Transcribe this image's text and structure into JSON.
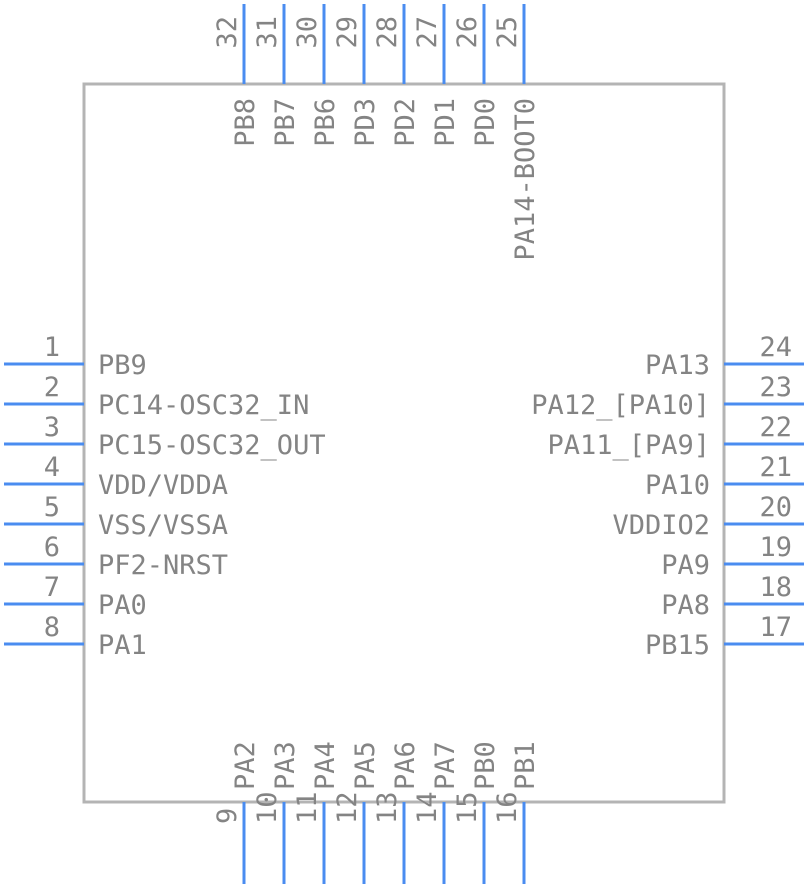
{
  "component": {
    "colors": {
      "pin": "#4a8cf0",
      "body_outline": "#b4b4b4",
      "text": "#848484",
      "background": "#ffffff"
    },
    "pins": {
      "left": [
        {
          "number": "1",
          "label": "PB9"
        },
        {
          "number": "2",
          "label": "PC14-OSC32_IN"
        },
        {
          "number": "3",
          "label": "PC15-OSC32_OUT"
        },
        {
          "number": "4",
          "label": "VDD/VDDA"
        },
        {
          "number": "5",
          "label": "VSS/VSSA"
        },
        {
          "number": "6",
          "label": "PF2-NRST"
        },
        {
          "number": "7",
          "label": "PA0"
        },
        {
          "number": "8",
          "label": "PA1"
        }
      ],
      "bottom": [
        {
          "number": "9",
          "label": "PA2"
        },
        {
          "number": "10",
          "label": "PA3"
        },
        {
          "number": "11",
          "label": "PA4"
        },
        {
          "number": "12",
          "label": "PA5"
        },
        {
          "number": "13",
          "label": "PA6"
        },
        {
          "number": "14",
          "label": "PA7"
        },
        {
          "number": "15",
          "label": "PB0"
        },
        {
          "number": "16",
          "label": "PB1"
        }
      ],
      "right": [
        {
          "number": "17",
          "label": "PB15"
        },
        {
          "number": "18",
          "label": "PA8"
        },
        {
          "number": "19",
          "label": "PA9"
        },
        {
          "number": "20",
          "label": "VDDIO2"
        },
        {
          "number": "21",
          "label": "PA10"
        },
        {
          "number": "22",
          "label": "PA11_[PA9]"
        },
        {
          "number": "23",
          "label": "PA12_[PA10]"
        },
        {
          "number": "24",
          "label": "PA13"
        }
      ],
      "top": [
        {
          "number": "25",
          "label": "PA14-BOOT0"
        },
        {
          "number": "26",
          "label": "PD0"
        },
        {
          "number": "27",
          "label": "PD1"
        },
        {
          "number": "28",
          "label": "PD2"
        },
        {
          "number": "29",
          "label": "PD3"
        },
        {
          "number": "30",
          "label": "PB6"
        },
        {
          "number": "31",
          "label": "PB7"
        },
        {
          "number": "32",
          "label": "PB8"
        }
      ]
    }
  }
}
